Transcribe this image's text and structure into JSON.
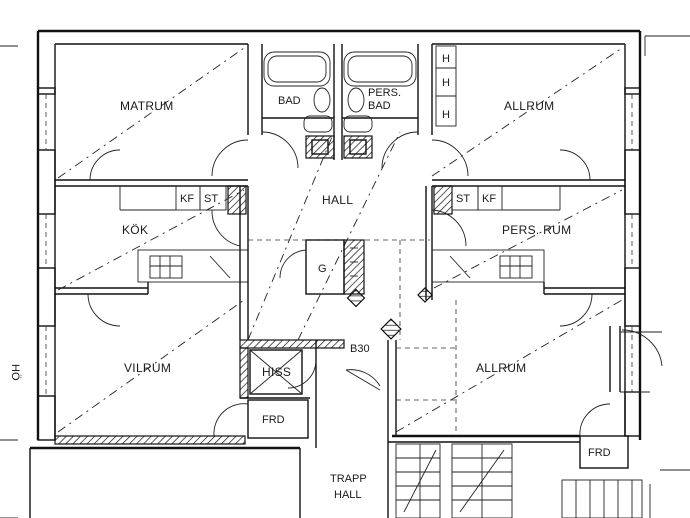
{
  "rooms": {
    "matrum": "MATRUM",
    "bad": "BAD",
    "pers_bad_1": "PERS.",
    "pers_bad_2": "BAD",
    "allrum_top": "ALLRUM",
    "hall": "HALL",
    "kok": "KÖK",
    "pers_rum": "PERS. RUM",
    "vilrum": "VILRUM",
    "hiss": "HISS",
    "b30": "B30",
    "allrum_bottom": "ALLRUM",
    "frd_left": "FRD",
    "frd_right": "FRD",
    "trapp": "TRAPP",
    "trapp_hall": "HALL",
    "g": "G"
  },
  "fixtures": {
    "h1": "H",
    "h2": "H",
    "h3": "H",
    "kf_left": "KF",
    "st_left": "ST",
    "st_right": "ST",
    "kf_right": "KF"
  },
  "side_text": "HÖ"
}
